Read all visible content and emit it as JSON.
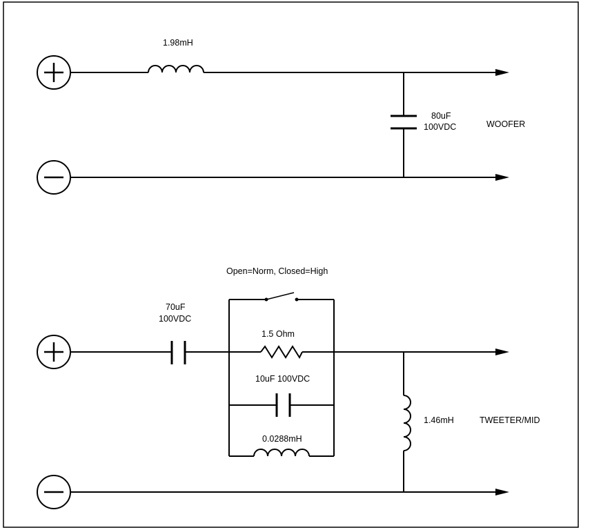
{
  "woofer": {
    "inductor_value": "1.98mH",
    "capacitor_value": "80uF",
    "capacitor_rating": "100VDC",
    "label": "WOOFER"
  },
  "tweeter": {
    "switch_label": "Open=Norm, Closed=High",
    "series_cap_value": "70uF",
    "series_cap_rating": "100VDC",
    "resistor_value": "1.5 Ohm",
    "parallel_cap_value": "10uF 100VDC",
    "parallel_inductor_value": "0.0288mH",
    "shunt_inductor_value": "1.46mH",
    "label": "TWEETER/MID"
  }
}
